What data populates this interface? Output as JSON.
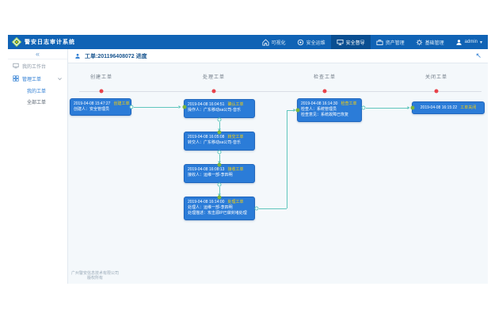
{
  "colors": {
    "navbar": "#1063b5",
    "nav_active": "#0a4e91",
    "box_blue": "#2b7cd8",
    "action_yellow": "#ffd200",
    "connector_teal": "#5fc6bd",
    "dot_green": "#7cb53c",
    "dot_red": "#e8424a"
  },
  "navbar": {
    "brand_title": "警安日志审计系统",
    "items": [
      {
        "label": "可视化",
        "icon": "home-icon"
      },
      {
        "label": "安全运维",
        "icon": "shield-icon"
      },
      {
        "label": "安全督导",
        "icon": "monitor-icon",
        "active": true
      },
      {
        "label": "资产管理",
        "icon": "briefcase-icon"
      },
      {
        "label": "基础管理",
        "icon": "gear-icon"
      }
    ],
    "user": {
      "label": "admin",
      "icon": "user-icon",
      "caret": "▾"
    }
  },
  "sidebar": {
    "collapse_glyph": "«",
    "items": [
      {
        "label": "我的工作台"
      },
      {
        "label": "管理工单",
        "expanded": true,
        "children": [
          {
            "label": "我的工单",
            "active": true
          },
          {
            "label": "全部工单"
          }
        ]
      }
    ]
  },
  "header": {
    "title": "工单:201196408072 进度",
    "back_glyph": "↖"
  },
  "flow": {
    "stages": [
      "创建工单",
      "处理工单",
      "检查工单",
      "关闭工单"
    ],
    "nodes": [
      {
        "time": "2019-04-08 15:47:27",
        "action": "创建工单",
        "details": [
          "创建人：安全管理员"
        ]
      },
      {
        "time": "2019-04-08 16:04:51",
        "action": "确认工单",
        "details": [
          "操作人：广东移动sa公司-音乐"
        ]
      },
      {
        "time": "2019-04-08 16:05:08",
        "action": "转交工单",
        "details": [
          "转交人：广东移动sa公司-音乐"
        ]
      },
      {
        "time": "2019-04-08 16:08:13",
        "action": "接收工单",
        "details": [
          "接收人：运维一部-李四明"
        ]
      },
      {
        "time": "2019-04-08 16:14:00",
        "action": "处理工单",
        "details": [
          "处理人：运维一部-李四明",
          "处理描述：攻击源IP已做封堵处理"
        ]
      },
      {
        "time": "2019-04-08 16:14:30",
        "action": "检查工单",
        "details": [
          "检查人：系统管理员",
          "检查意见：系统故障已恢复"
        ]
      },
      {
        "time": "2019-04-08 16:15:22",
        "action": "工单关闭",
        "details": []
      }
    ]
  },
  "footer": {
    "line1": "广州警安信息技术有限公司",
    "line2": "版权所有"
  }
}
